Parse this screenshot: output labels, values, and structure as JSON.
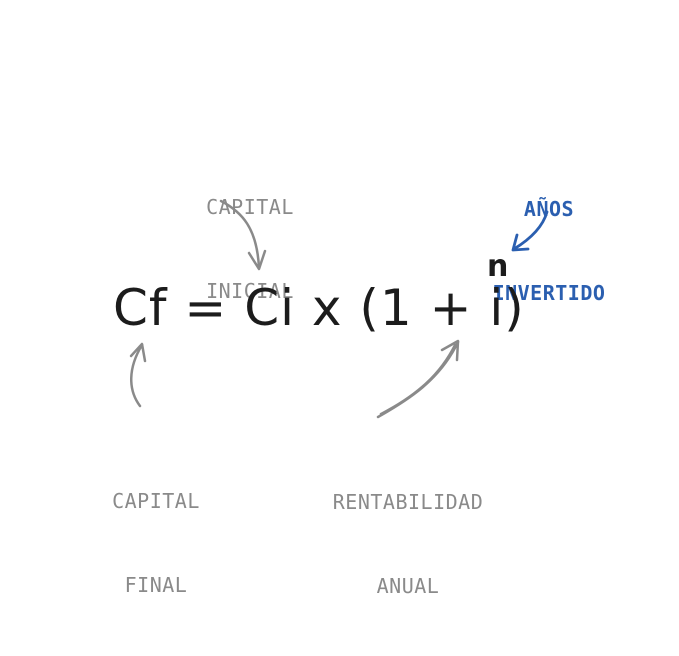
{
  "formula": {
    "expression": "Cf = Ci x (1 + i)",
    "exponent": "n"
  },
  "labels": {
    "capital_inicial": [
      "CAPITAL",
      "INICIAL"
    ],
    "capital_final": [
      "CAPITAL",
      "FINAL"
    ],
    "rentabilidad_anual": [
      "RENTABILIDAD",
      "ANUAL"
    ],
    "anos_invertido": [
      "AÑOS",
      "INVERTIDO"
    ]
  },
  "colors": {
    "annotation_gray": "#8a8a8a",
    "annotation_blue": "#2b5fb0",
    "formula_ink": "#1c1c1c"
  }
}
